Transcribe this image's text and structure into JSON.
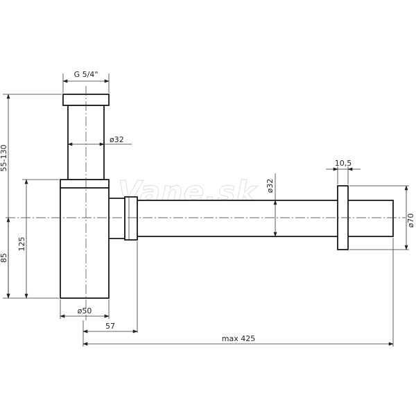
{
  "watermark": "Vane.sk",
  "labels": {
    "thread": "G 5/4\"",
    "tube_diameter_top": "ø32",
    "tube_diameter_horizontal": "ø32",
    "flange_thickness": "10,5",
    "flange_diameter": "ø70",
    "body_diameter": "ø50",
    "height_range": "55-130",
    "body_height": "125",
    "center_height": "85",
    "offset": "57",
    "max_length": "max 425"
  },
  "colors": {
    "line": "#1a1a1a",
    "background": "#ffffff",
    "watermark": "#e3e3e3"
  }
}
